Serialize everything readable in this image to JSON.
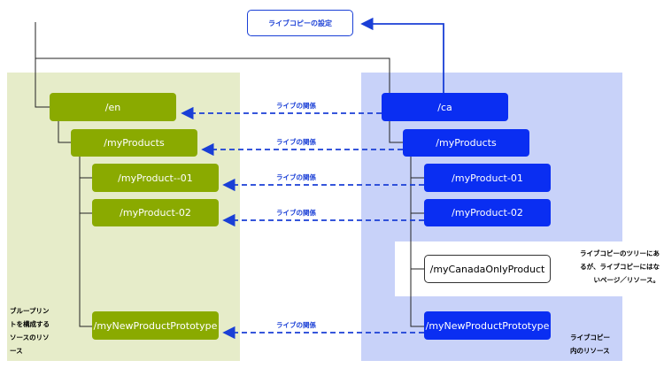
{
  "settings_label": "ライブコピーの設定",
  "relation_label": "ライブの関係",
  "source_nodes": [
    "/en",
    "/myProducts",
    "/myProduct--01",
    "/myProduct-02",
    "/myNewProductPrototype"
  ],
  "livecopy_nodes": [
    "/ca",
    "/myProducts",
    "/myProduct-01",
    "/myProduct-02",
    "/myNewProductPrototype"
  ],
  "canada_only_node": "/myCanadaOnlyProduct",
  "canada_note": [
    "ライブコピーのツリーにあ",
    "るが、ライブコピーにはな",
    "いページ／リソース。"
  ],
  "left_caption": [
    "ブループリン",
    "トを構成する",
    "ソースのリソ",
    "ース"
  ],
  "right_caption": [
    "ライブコピー",
    "内のリソース"
  ],
  "colors": {
    "source": "#8aaa00",
    "livecopy": "#0a2ef2",
    "relation": "#1a3fd6",
    "left_panel": "#e6ecc9",
    "right_panel": "#c8d2f9"
  }
}
